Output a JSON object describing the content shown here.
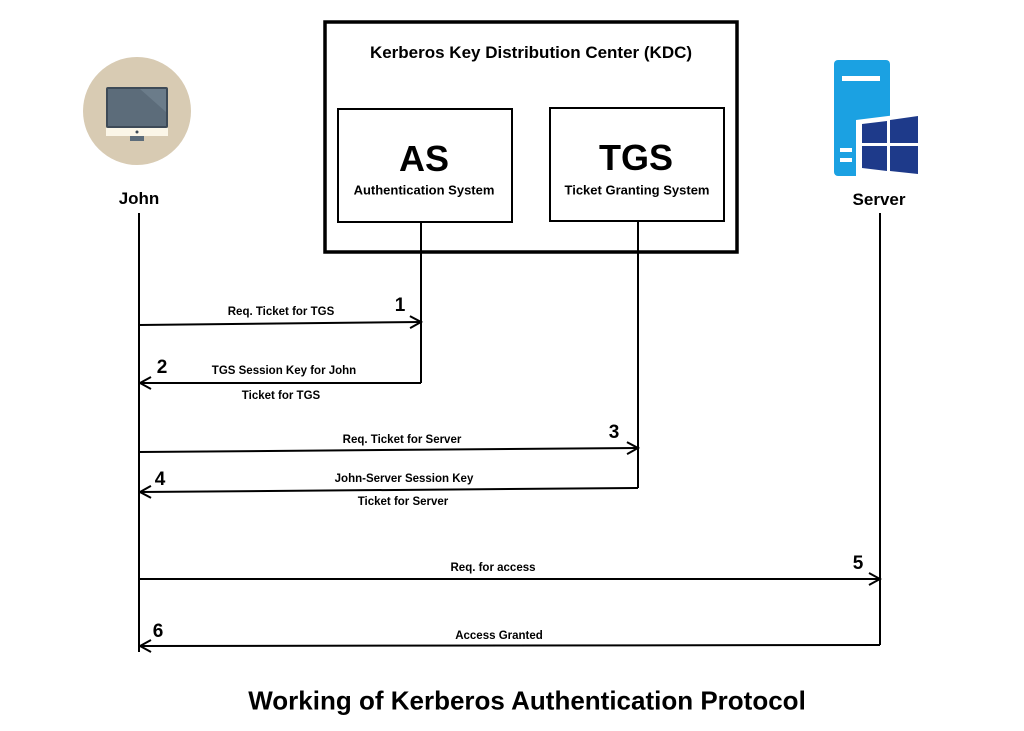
{
  "kdc": {
    "title": "Kerberos Key Distribution Center (KDC)",
    "as": {
      "abbr": "AS",
      "name": "Authentication System"
    },
    "tgs": {
      "abbr": "TGS",
      "name": "Ticket Granting System"
    }
  },
  "actors": {
    "client": "John",
    "server": "Server"
  },
  "icons": {
    "client": "desktop-computer-icon",
    "server": "windows-server-icon"
  },
  "steps": [
    {
      "num": "1",
      "label": "Req. Ticket for TGS"
    },
    {
      "num": "2",
      "label": "TGS Session Key for John",
      "sublabel": "Ticket for TGS"
    },
    {
      "num": "3",
      "label": "Req. Ticket for Server"
    },
    {
      "num": "4",
      "label": "John-Server Session Key",
      "sublabel": "Ticket for Server"
    },
    {
      "num": "5",
      "label": "Req. for access"
    },
    {
      "num": "6",
      "label": "Access Granted"
    }
  ],
  "caption": "Working of Kerberos Authentication Protocol",
  "colors": {
    "icon_circle": "#d8cbb3",
    "server_blue": "#1ba1e2",
    "windows_navy": "#1e3a8a"
  }
}
